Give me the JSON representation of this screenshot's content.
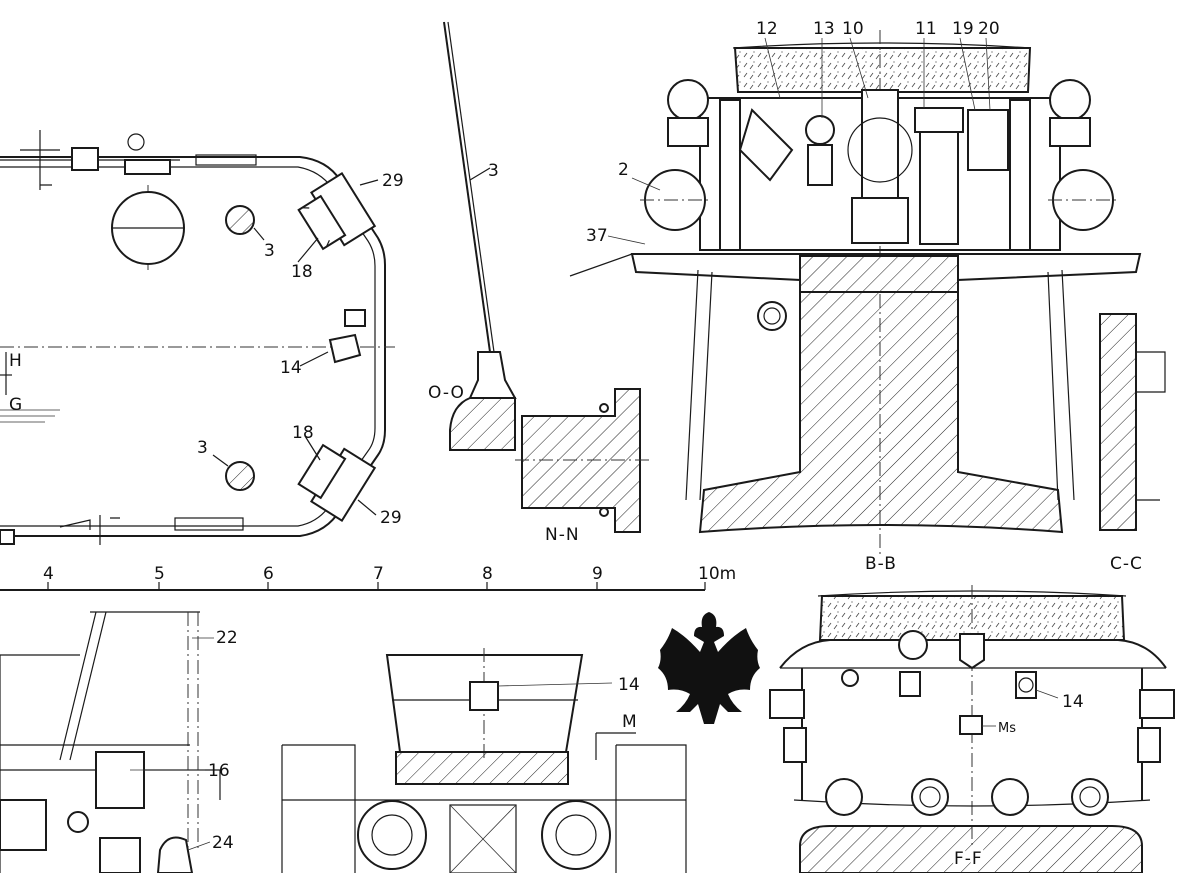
{
  "colors": {
    "ink": "#1a1a1a",
    "paper": "#ffffff"
  },
  "callouts": {
    "c29_top": "29",
    "c3_top": "3",
    "c18_top": "18",
    "c14_left": "14",
    "c3_bottom": "3",
    "c18_bottom": "18",
    "c29_bottom": "29",
    "c3_mast": "3",
    "c12": "12",
    "c13": "13",
    "c10": "10",
    "c11": "11",
    "c19": "19",
    "c20": "20",
    "c2": "2",
    "c37": "37",
    "c22": "22",
    "c16": "16",
    "c24": "24",
    "c14_front": "14",
    "c14_ff": "14",
    "ms": "Ms"
  },
  "markers": {
    "h": "H",
    "g": "G",
    "m": "M"
  },
  "section_labels": {
    "oo": "O-O",
    "nn": "N-N",
    "bb": "B-B",
    "cc": "C-C",
    "ff": "F-F"
  },
  "scale": {
    "ticks": [
      "4",
      "5",
      "6",
      "7",
      "8",
      "9",
      "10m"
    ]
  },
  "emblem": {
    "icon": "polish-white-eagle-icon"
  }
}
